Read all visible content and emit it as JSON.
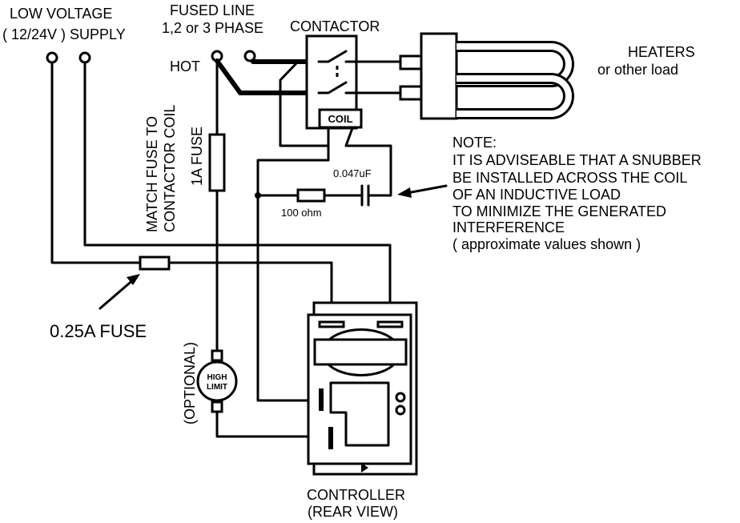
{
  "labels": {
    "low_voltage_line1": "LOW VOLTAGE",
    "low_voltage_line2": "( 12/24V ) SUPPLY",
    "fused_line_line1": "FUSED LINE",
    "fused_line_line2": "1,2 or 3 PHASE",
    "hot": "HOT",
    "contactor": "CONTACTOR",
    "coil": "COIL",
    "heaters_line1": "HEATERS",
    "heaters_line2": "or other load",
    "match_fuse_line1": "MATCH FUSE TO",
    "match_fuse_line2": "CONTACTOR COIL",
    "fuse_1a": "1A FUSE",
    "capacitor": "0.047uF",
    "resistor": "100 ohm",
    "fuse_025a": "0.25A FUSE",
    "optional": "(OPTIONAL)",
    "high_limit_line1": "HIGH",
    "high_limit_line2": "LIMIT",
    "controller_line1": "CONTROLLER",
    "controller_line2": "(REAR VIEW)"
  },
  "note": {
    "lines": [
      "NOTE:",
      "IT IS ADVISEABLE THAT A SNUBBER",
      "BE INSTALLED ACROSS THE COIL",
      "OF AN INDUCTIVE LOAD",
      "TO MINIMIZE THE GENERATED",
      "INTERFERENCE",
      "( approximate values shown )"
    ]
  }
}
